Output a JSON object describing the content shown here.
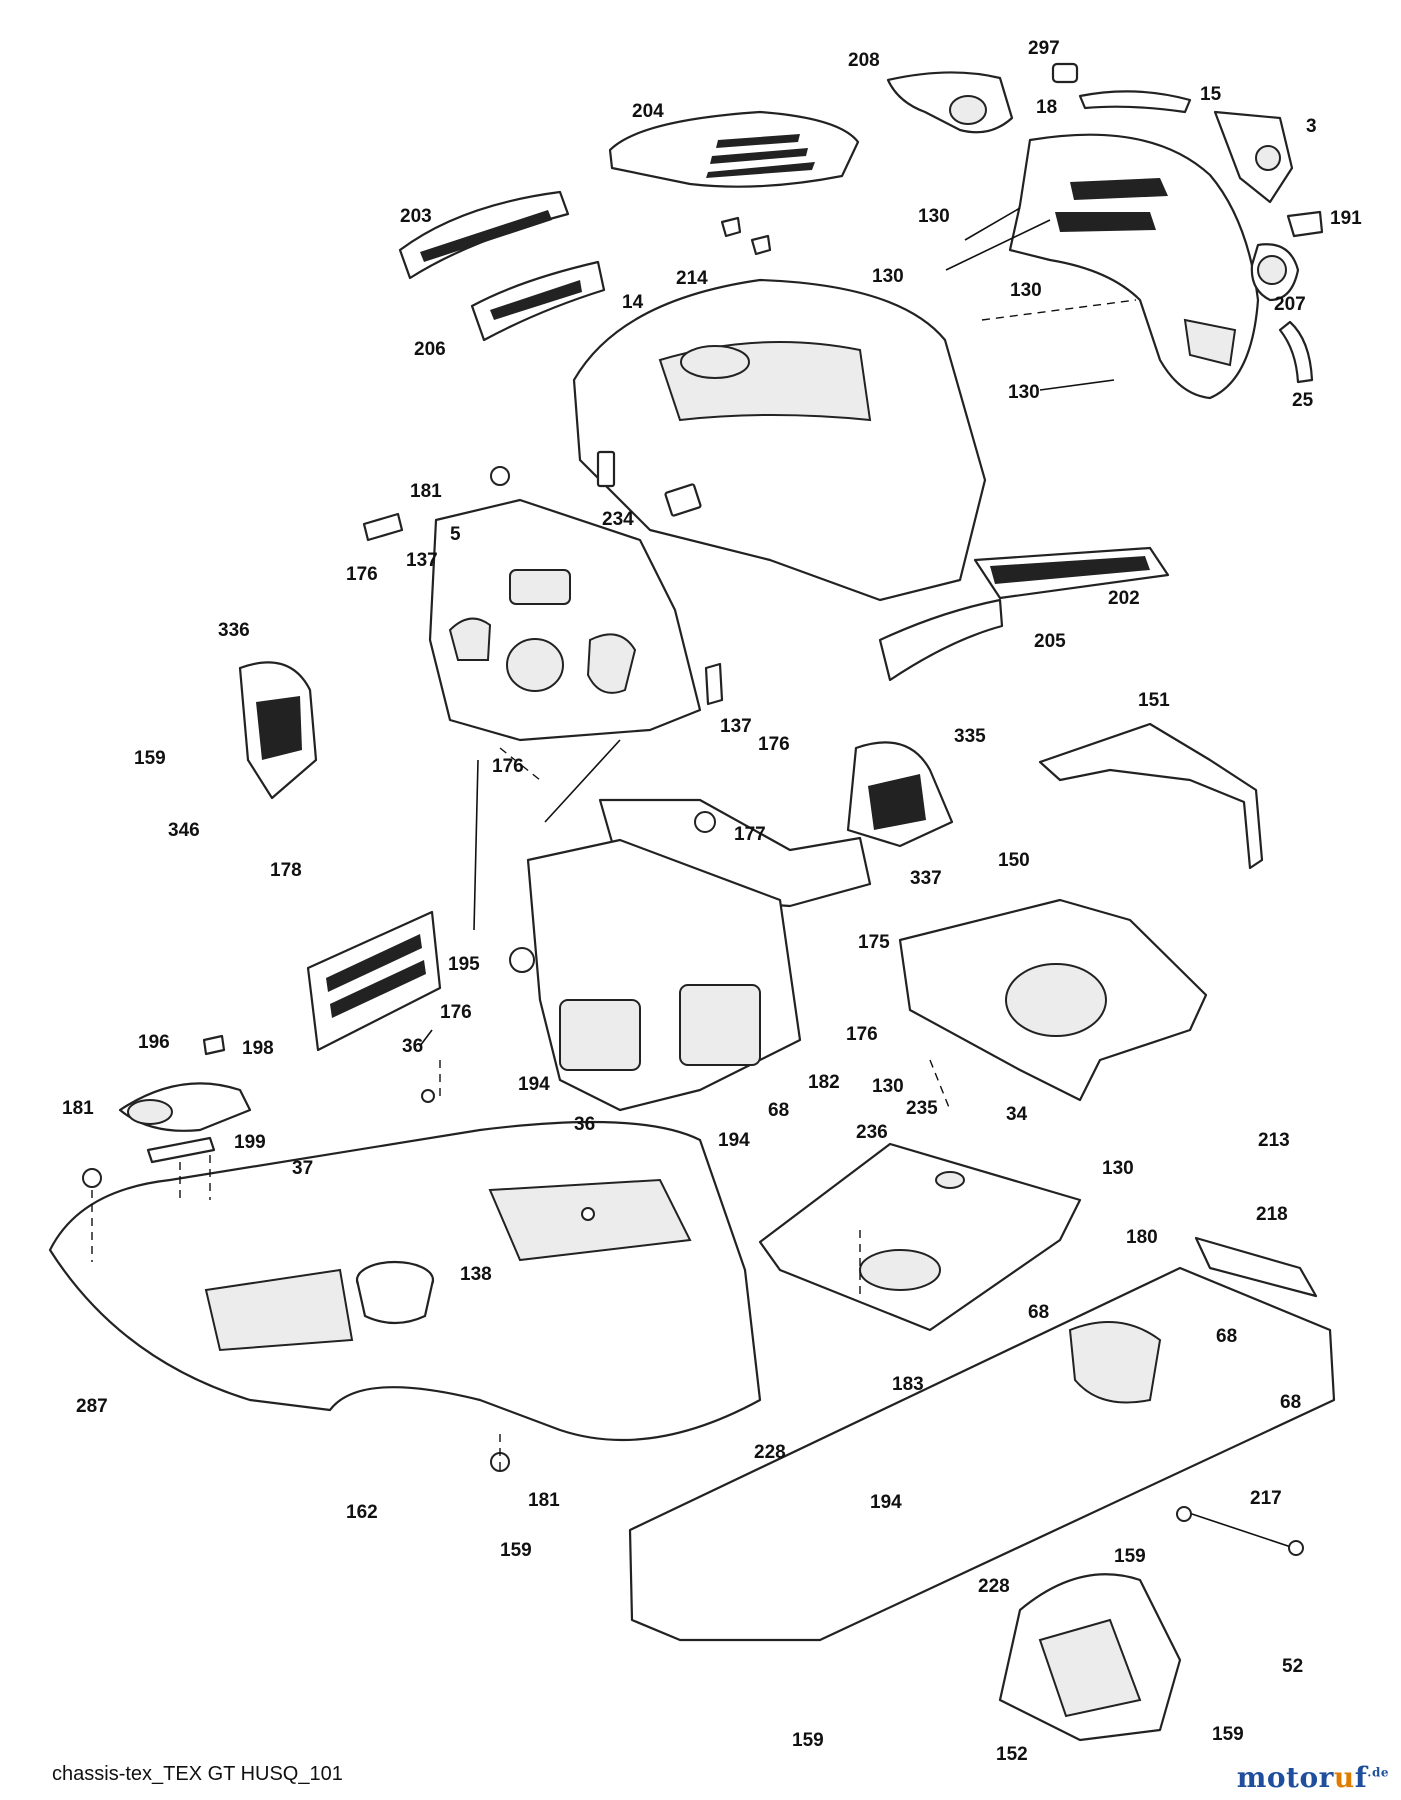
{
  "diagram": {
    "caption": "chassis-tex_TEX GT HUSQ_101",
    "watermark": {
      "prefix": "motor",
      "accent": "u",
      "suffix": "f",
      "tld": ".de"
    },
    "colors": {
      "line": "#222222",
      "brand_blue": "#1f4f9c",
      "brand_orange": "#e07b00"
    },
    "callouts": [
      "297",
      "208",
      "15",
      "204",
      "18",
      "3",
      "130",
      "191",
      "203",
      "214",
      "130",
      "207",
      "14",
      "130",
      "206",
      "130",
      "25",
      "181",
      "234",
      "5",
      "137",
      "176",
      "202",
      "205",
      "336",
      "151",
      "137",
      "176",
      "159",
      "176",
      "335",
      "177",
      "346",
      "178",
      "337",
      "150",
      "175",
      "195",
      "176",
      "176",
      "196",
      "198",
      "182",
      "130",
      "36",
      "194",
      "235",
      "34",
      "181",
      "36",
      "199",
      "194",
      "68",
      "236",
      "130",
      "213",
      "37",
      "218",
      "138",
      "180",
      "68",
      "68",
      "183",
      "68",
      "287",
      "228",
      "162",
      "181",
      "194",
      "217",
      "159",
      "159",
      "228",
      "52",
      "159",
      "159",
      "152"
    ]
  }
}
